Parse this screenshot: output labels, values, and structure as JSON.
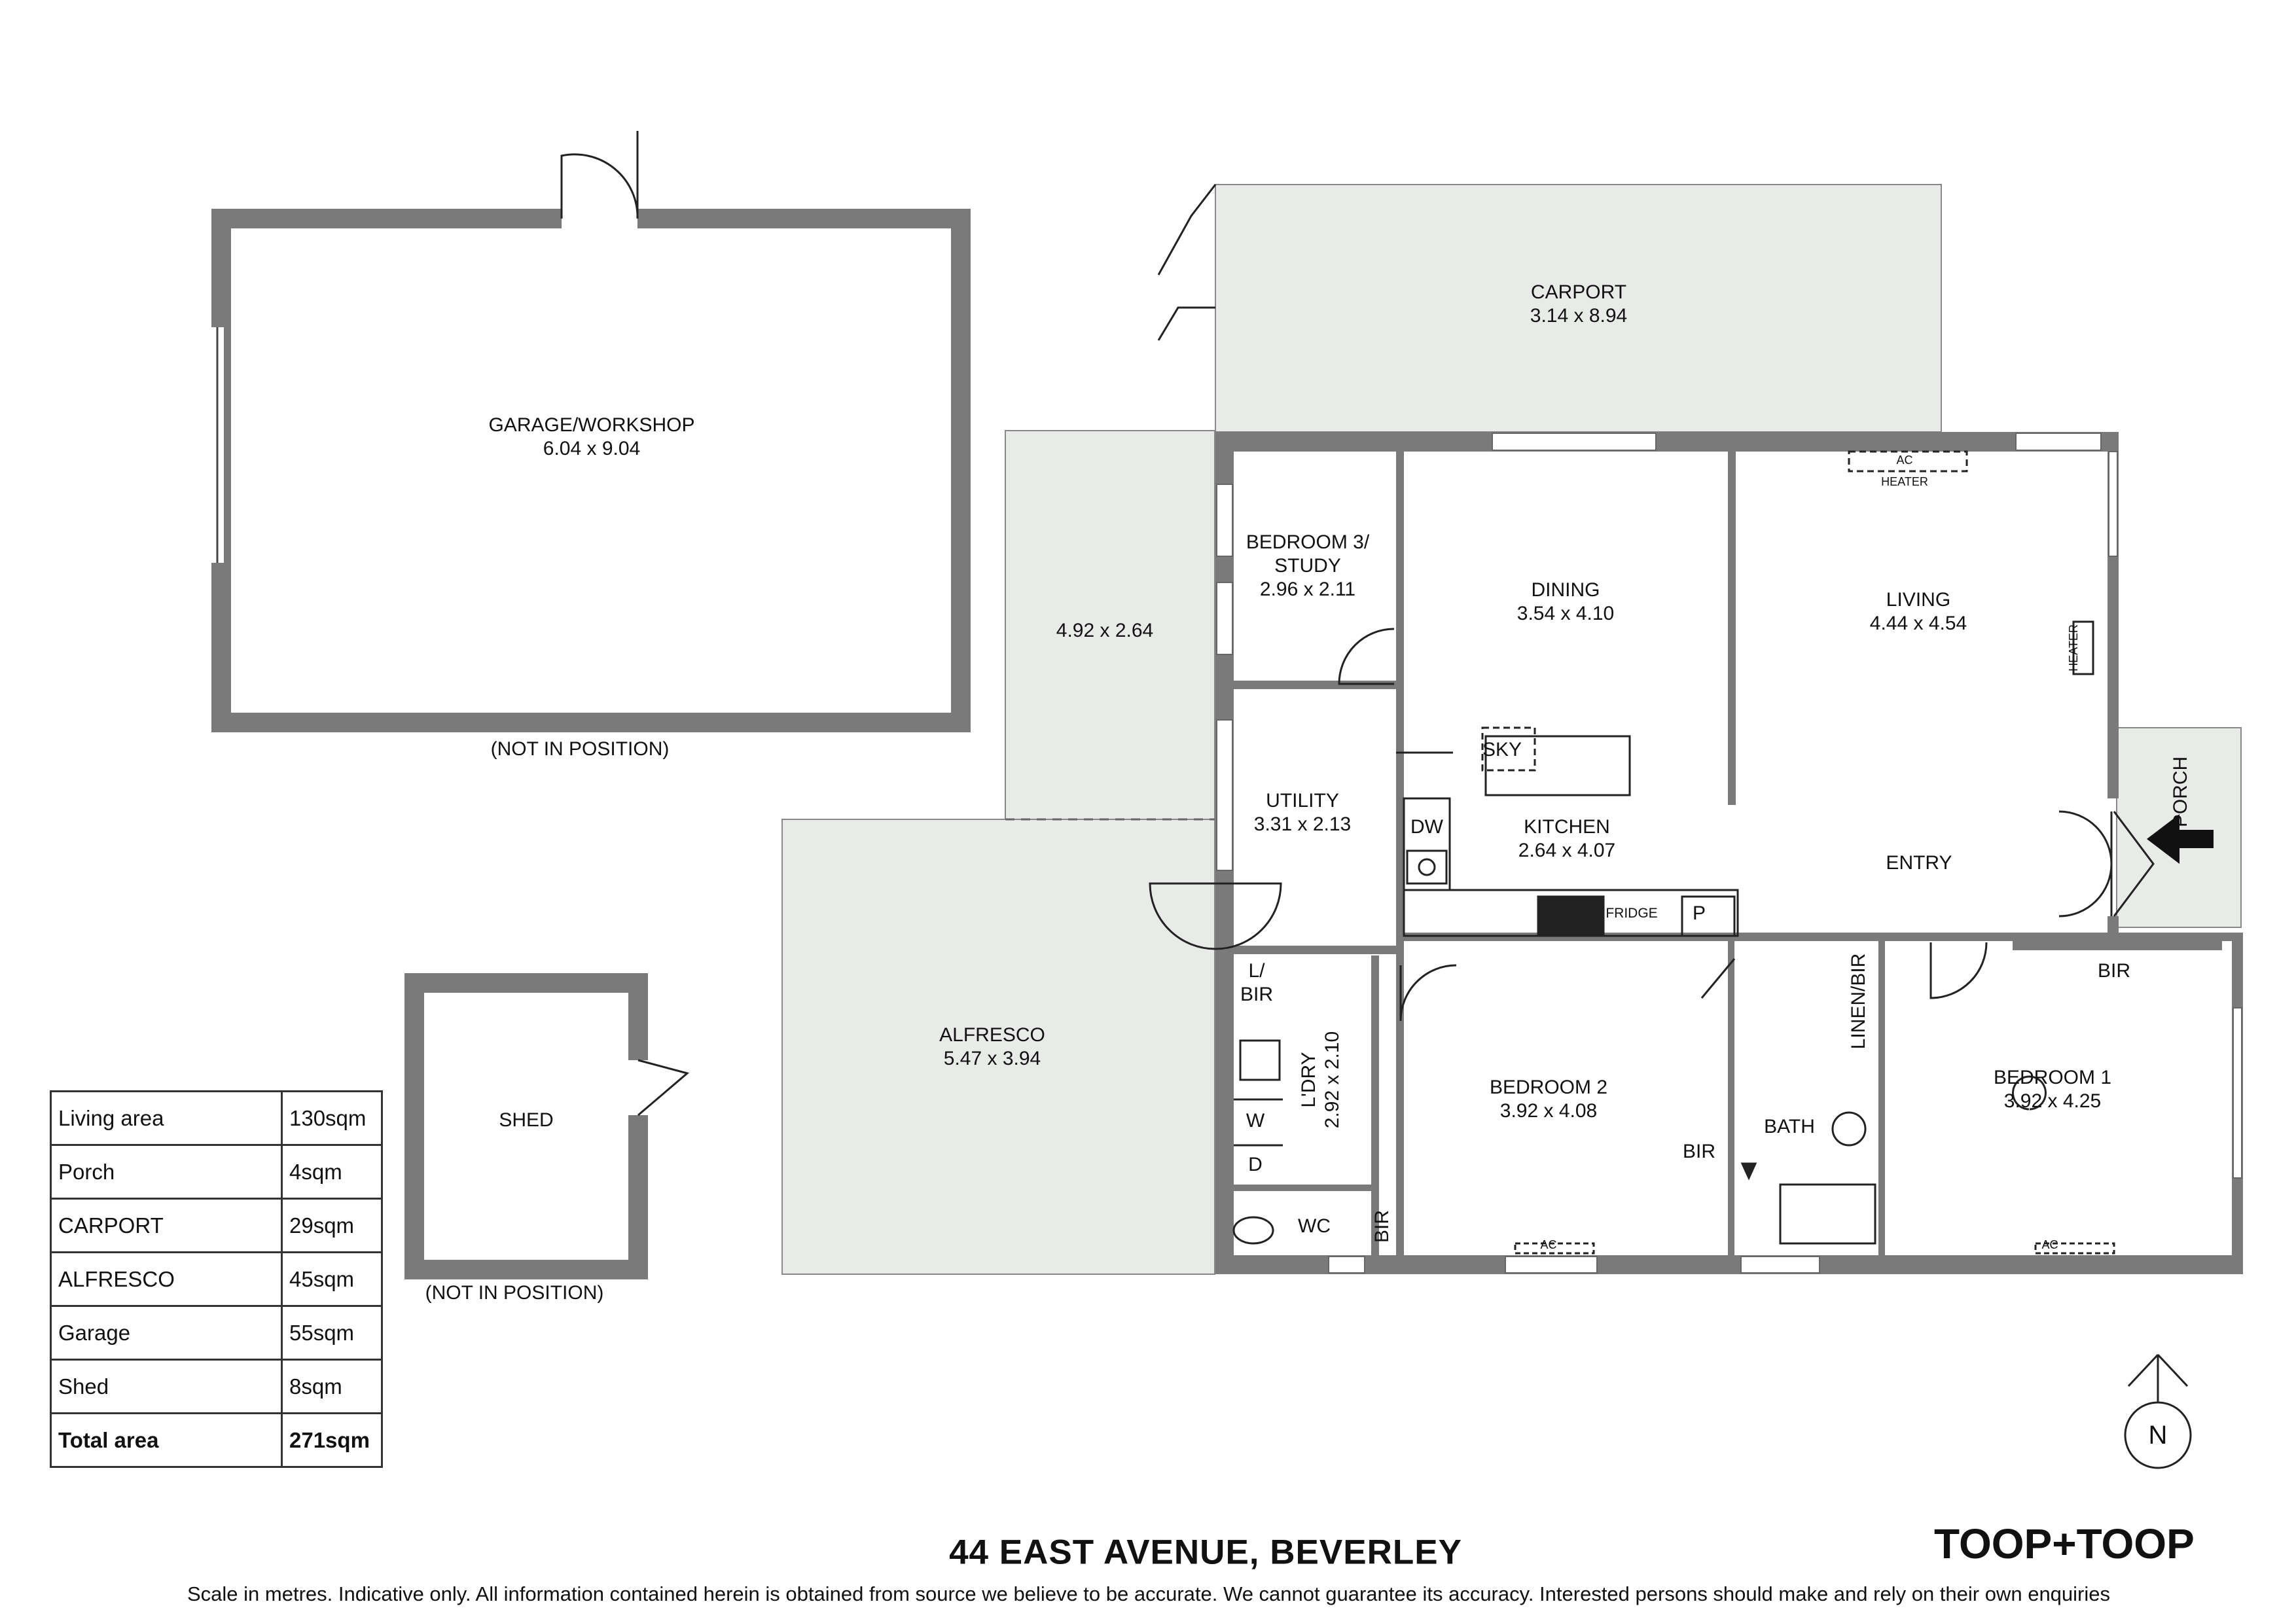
{
  "rooms": {
    "garage_name": "GARAGE/WORKSHOP",
    "garage_dims": "6.04 x 9.04",
    "garage_note": "(NOT IN POSITION)",
    "carport_name": "CARPORT",
    "carport_dims": "3.14 x 8.94",
    "side_dims": "4.92 x 2.64",
    "alfresco_name": "ALFRESCO",
    "alfresco_dims": "5.47 x 3.94",
    "shed_name": "SHED",
    "shed_note": "(NOT IN POSITION)",
    "bed3_name": "BEDROOM 3/",
    "bed3_name2": "STUDY",
    "bed3_dims": "2.96 x 2.11",
    "dining_name": "DINING",
    "dining_dims": "3.54 x 4.10",
    "living_name": "LIVING",
    "living_dims": "4.44 x 4.54",
    "utility_name": "UTILITY",
    "utility_dims": "3.31 x 2.13",
    "kitchen_name": "KITCHEN",
    "kitchen_dims": "2.64 x 4.07",
    "entry_name": "ENTRY",
    "porch_name": "PORCH",
    "bed2_name": "BEDROOM 2",
    "bed2_dims": "3.92 x 4.08",
    "bed1_name": "BEDROOM 1",
    "bed1_dims": "3.92 x 4.25",
    "laundry_name": "L'DRY",
    "laundry_dims": "2.92 x 2.10",
    "bath_name": "BATH",
    "wc_name": "WC",
    "linen_bir": "LINEN/BIR",
    "l_bir_1": "L/",
    "l_bir_2": "BIR",
    "bir": "BIR",
    "w": "W",
    "d": "D",
    "dw": "DW",
    "fridge": "FRIDGE",
    "pantry": "P",
    "sky": "SKY",
    "ac": "AC",
    "heater": "HEATER"
  },
  "areas": [
    {
      "label": "Living area",
      "value": "130sqm"
    },
    {
      "label": "Porch",
      "value": "4sqm"
    },
    {
      "label": "CARPORT",
      "value": "29sqm"
    },
    {
      "label": "ALFRESCO",
      "value": "45sqm"
    },
    {
      "label": "Garage",
      "value": "55sqm"
    },
    {
      "label": "Shed",
      "value": "8sqm"
    },
    {
      "label": "Total area",
      "value": "271sqm"
    }
  ],
  "title": "44 EAST AVENUE, BEVERLEY",
  "brand": "TOOP+TOOP",
  "compass": "N",
  "disclaimer": "Scale in metres. Indicative only. All information contained herein is obtained from source we believe to be accurate. We cannot guarantee its accuracy. Interested persons should make and rely on their own enquiries",
  "colors": {
    "wall": "#7a7a7a",
    "outdoor_fill": "#e8ebe8",
    "ink": "#111111"
  }
}
